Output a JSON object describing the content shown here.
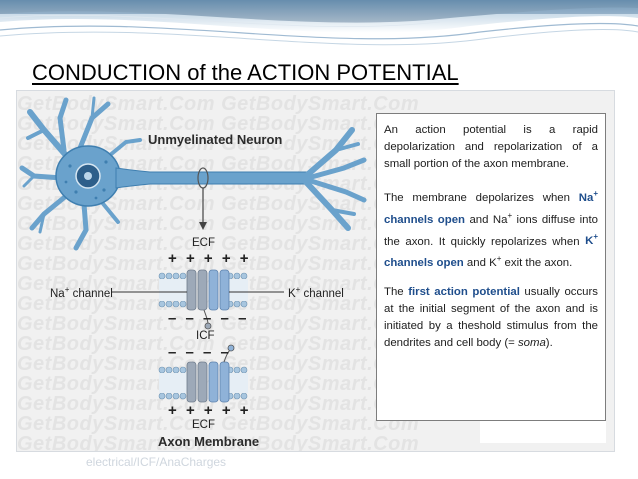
{
  "slide": {
    "title": "CONDUCTION of the ACTION POTENTIAL",
    "footer_faint": "electrical/ICF/AnaCharges"
  },
  "figure": {
    "watermark": "GetBodySmart.Com GetBodySmart.Com",
    "heading": "Unmyelinated Neuron",
    "ecf_top": "ECF",
    "icf_label": "ICF",
    "ecf_bottom": "ECF",
    "na_channel_label": "Na",
    "na_channel_suffix": " channel",
    "k_channel_label": "K",
    "k_channel_suffix": " channel",
    "charge_sup": "+",
    "membrane_caption": "Axon Membrane",
    "charges": {
      "top_row": [
        "+",
        "+",
        "+",
        "+",
        "+"
      ],
      "middle_row": [
        "–",
        "–",
        "–",
        "–",
        "–"
      ],
      "lower_row": [
        "–",
        "–",
        "–",
        "–"
      ],
      "bottom_row": [
        "+",
        "+",
        "+",
        "+",
        "+"
      ]
    }
  },
  "explanation": {
    "p1": "An action potential is a rapid depolarization and repolarization of a small portion of the axon membrane.",
    "p2_a": "The membrane depolarizes when ",
    "p2_na": "Na",
    "p2_na_hl": " channels open",
    "p2_b": " and Na",
    "p2_c": " ions diffuse into the axon. It quickly repolarizes when ",
    "p2_k": "K",
    "p2_k_hl": " channels open",
    "p2_d": " and K",
    "p2_e": " exit the axon.",
    "p3_a": "The ",
    "p3_hl": "first action potential",
    "p3_b": " usually occurs at the initial segment of the axon and is initiated by a theshold stimulus from the dendrites and cell body (= ",
    "p3_soma": "soma",
    "p3_c": ")."
  },
  "colors": {
    "neuron": "#6aa2cc",
    "neuron_dark": "#3f7fb0",
    "highlight": "#1f4e8c",
    "na_channel": "#9da9b8",
    "k_channel": "#8fb2d8",
    "membrane_head": "#a8c6df",
    "band_dark": "#2f4f6f",
    "band_light": "#7fa8c8"
  },
  "icons": [
    "nucleus-icon",
    "soma-icon",
    "ion-channel-icon"
  ]
}
